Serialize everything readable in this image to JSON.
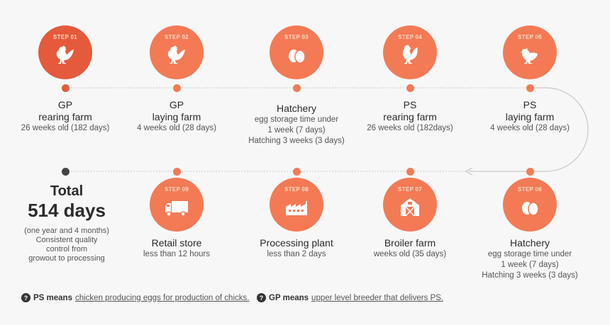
{
  "colors": {
    "dark_orange": "#e55a3c",
    "orange": "#f47a55",
    "dot_dark": "#e55a3c",
    "dot_orange": "#f47a55",
    "dot_gray": "#444444",
    "line": "#c8c8c8"
  },
  "steps": [
    {
      "badge": "STEP 01",
      "icon": "hen-icon",
      "line1": "GP",
      "line2": "rearing farm",
      "details": [
        "26 weeks old (182 days)"
      ]
    },
    {
      "badge": "STEP 02",
      "icon": "hen-icon",
      "line1": "GP",
      "line2": "laying farm",
      "details": [
        "4 weeks old (28 days)"
      ]
    },
    {
      "badge": "STEP 03",
      "icon": "eggs-icon",
      "line1": "Hatchery",
      "line2": "",
      "details": [
        "egg storage time under",
        "1 week (7 days)",
        "Hatching 3 weeks (3 days)"
      ]
    },
    {
      "badge": "STEP 04",
      "icon": "rooster-icon",
      "line1": "PS",
      "line2": "rearing farm",
      "details": [
        "26 weeks old (182days)"
      ]
    },
    {
      "badge": "STEP 05",
      "icon": "chicken-icon",
      "line1": "PS",
      "line2": "laying farm",
      "details": [
        "4 weeks old (28 days)"
      ]
    },
    {
      "badge": "STEP 06",
      "icon": "eggs-icon",
      "line1": "Hatchery",
      "line2": "",
      "details": [
        "egg storage time under",
        "1 week (7 days)",
        "Hatching 3 weeks (3 days)"
      ]
    },
    {
      "badge": "STEP 07",
      "icon": "barn-icon",
      "line1": "Broiler farm",
      "line2": "",
      "details": [
        "weeks old (35 days)"
      ]
    },
    {
      "badge": "STEP 08",
      "icon": "factory-icon",
      "line1": "Processing plant",
      "line2": "",
      "details": [
        "less than 2 days"
      ]
    },
    {
      "badge": "STEP 09",
      "icon": "truck-icon",
      "line1": "Retail store",
      "line2": "",
      "details": [
        "less than 12 hours"
      ]
    }
  ],
  "total": {
    "label": "Total",
    "days": "514 days",
    "notes": [
      "(one year and 4 months)",
      "Consistent quality",
      "control from",
      "growout to processing"
    ]
  },
  "footnotes": [
    {
      "key": "PS means",
      "value": "chicken producing eggs for production of chicks."
    },
    {
      "key": "GP means",
      "value": "upper level breeder that delivers PS."
    }
  ]
}
